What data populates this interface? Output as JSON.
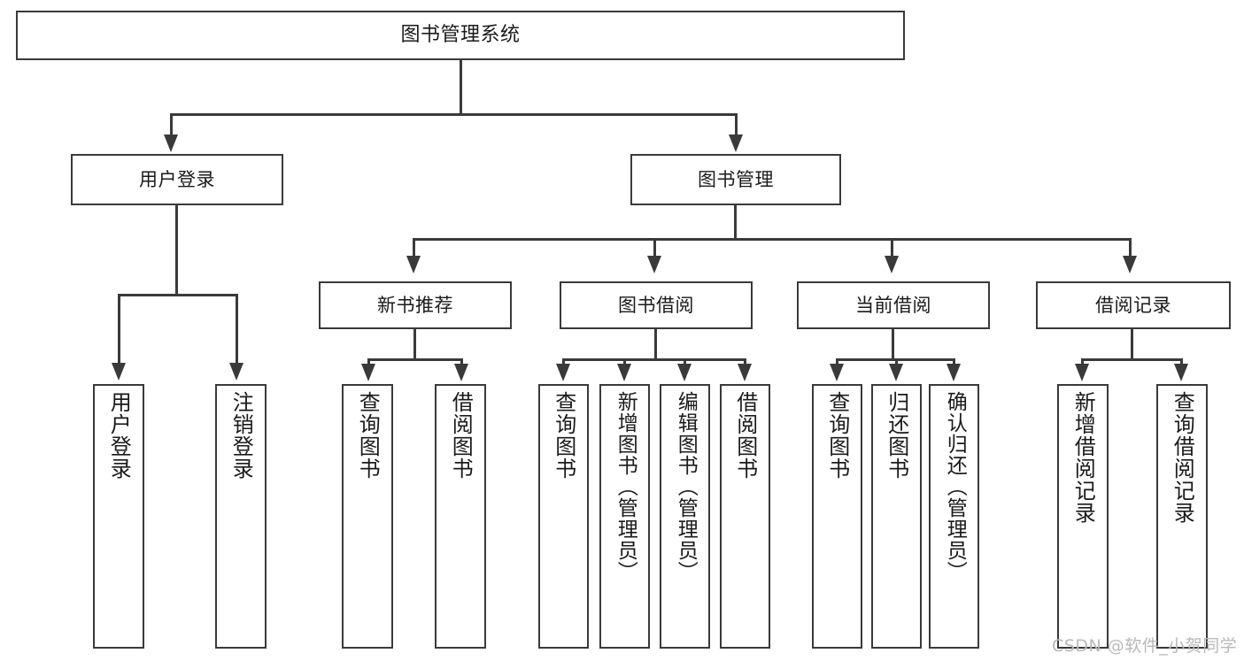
{
  "diagram": {
    "title": "图书管理系统",
    "type": "功能结构图",
    "root": {
      "label": "图书管理系统"
    },
    "level2": [
      {
        "label": "用户登录"
      },
      {
        "label": "图书管理"
      }
    ],
    "level3": [
      {
        "label": "新书推荐"
      },
      {
        "label": "图书借阅"
      },
      {
        "label": "当前借阅"
      },
      {
        "label": "借阅记录"
      }
    ],
    "leaves": {
      "user_login": [
        {
          "label": "用户登录"
        },
        {
          "label": "注销登录"
        }
      ],
      "new_book": [
        {
          "label": "查询图书"
        },
        {
          "label": "借阅图书"
        }
      ],
      "book_borrow": [
        {
          "label": "查询图书"
        },
        {
          "label": "新增图书（管理员）"
        },
        {
          "label": "编辑图书（管理员）"
        },
        {
          "label": "借阅图书"
        }
      ],
      "current_borrow": [
        {
          "label": "查询图书"
        },
        {
          "label": "归还图书"
        },
        {
          "label": "确认归还（管理员）"
        }
      ],
      "borrow_record": [
        {
          "label": "新增借阅记录"
        },
        {
          "label": "查询借阅记录"
        }
      ]
    }
  },
  "watermark": {
    "text": "CSDN @软件_小贺同学"
  },
  "colors": {
    "stroke": "#3a3a3a",
    "background": "#ffffff",
    "text": "#1a1a1a",
    "watermark": "#b9b9b9"
  }
}
